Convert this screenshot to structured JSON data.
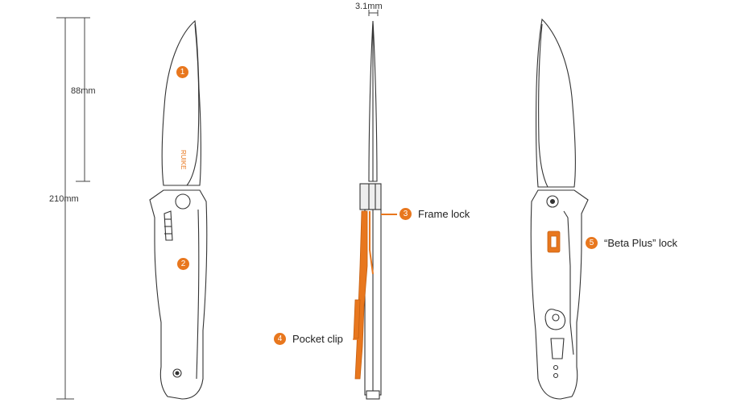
{
  "dimensions": {
    "blade_length": "88mm",
    "overall_length": "210mm",
    "blade_thickness": "3.1mm"
  },
  "brand": {
    "blade_logo": "RUIKE"
  },
  "markers": [
    {
      "number": "1",
      "label": ""
    },
    {
      "number": "2",
      "label": ""
    },
    {
      "number": "3",
      "label": "Frame lock"
    },
    {
      "number": "4",
      "label": "Pocket clip"
    },
    {
      "number": "5",
      "label": "“Beta Plus” lock"
    }
  ],
  "colors": {
    "accent": "#e8771e",
    "outline": "#333333",
    "dimension_line": "#444444",
    "background": "#ffffff"
  }
}
